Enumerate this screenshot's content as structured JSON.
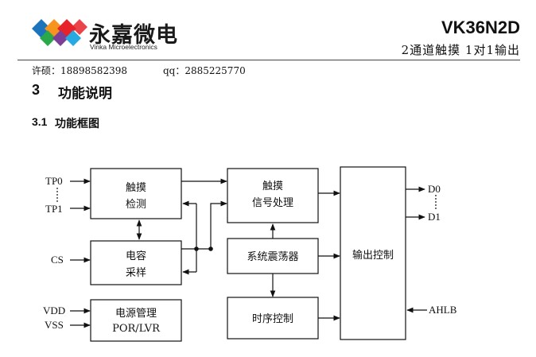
{
  "header": {
    "company_name": "永嘉微电",
    "company_name_en": "Vinka Microelectronics",
    "model": "VK36N2D",
    "subtitle": "2通道触摸 1对1输出",
    "phone": "许硕：18898582398",
    "qq": "qq：2885225770"
  },
  "section": {
    "number": "3",
    "title": "功能说明"
  },
  "subsection": {
    "number": "3.1",
    "title": "功能框图"
  },
  "diagram": {
    "blocks": {
      "touch_detect": [
        "触摸",
        "检测"
      ],
      "cap_sample": [
        "电容",
        "采样"
      ],
      "power_mgmt": [
        "电源管理",
        "POR/LVR"
      ],
      "signal_proc": [
        "触摸",
        "信号处理"
      ],
      "oscillator": "系统震荡器",
      "timing_ctrl": "时序控制",
      "output_ctrl": "输出控制"
    },
    "pins": {
      "tp0": "TP0",
      "tp1": "TP1",
      "cs": "CS",
      "vdd": "VDD",
      "vss": "VSS",
      "d0": "D0",
      "d1": "D1",
      "ahlb": "AHLB"
    }
  },
  "colors": {
    "logo_red": "#e8222a",
    "logo_orange": "#f7941d",
    "logo_green": "#2aa84a",
    "logo_blue": "#1c75bc",
    "logo_purple": "#7b3f98",
    "logo_cyan": "#27aae1"
  }
}
